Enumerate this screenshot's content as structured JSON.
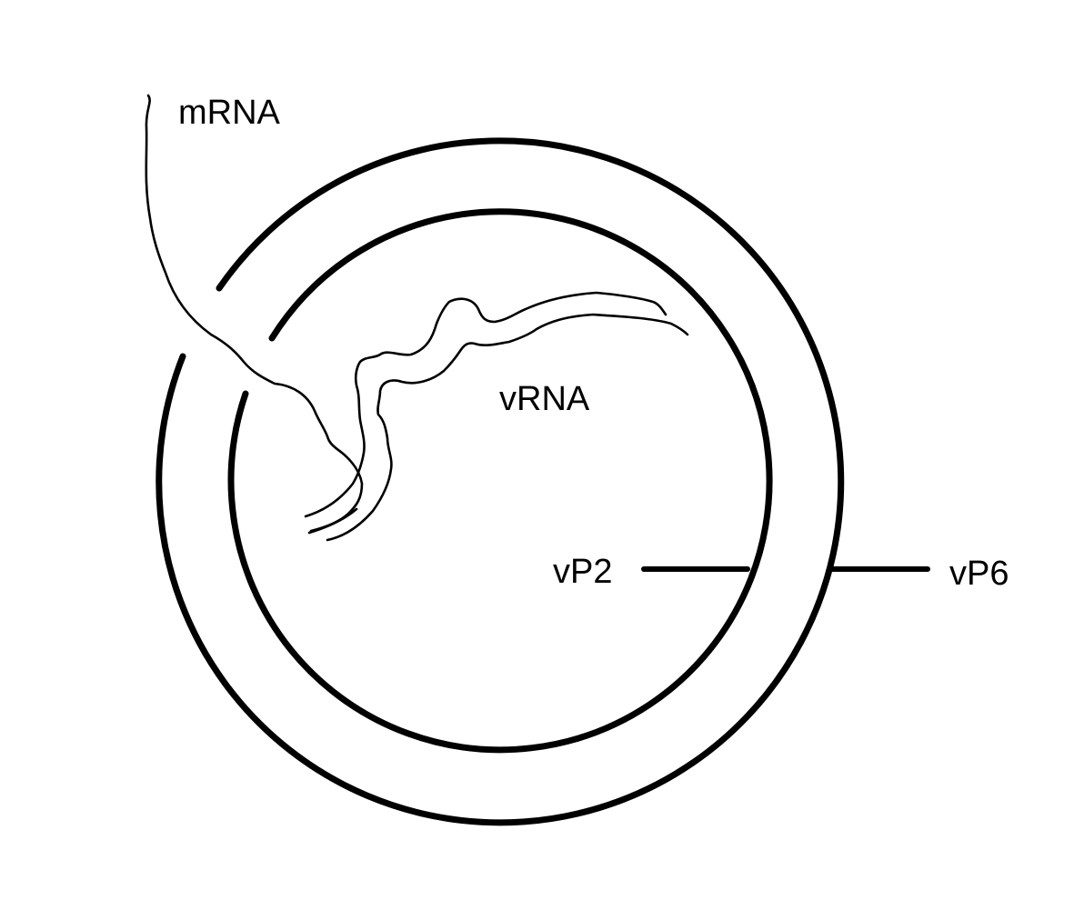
{
  "diagram": {
    "labels": {
      "mrna": "mRNA",
      "vrna": "vRNA",
      "vp2": "vP2",
      "vp6": "vP6"
    },
    "colors": {
      "stroke": "#000000",
      "background": "#ffffff"
    }
  }
}
